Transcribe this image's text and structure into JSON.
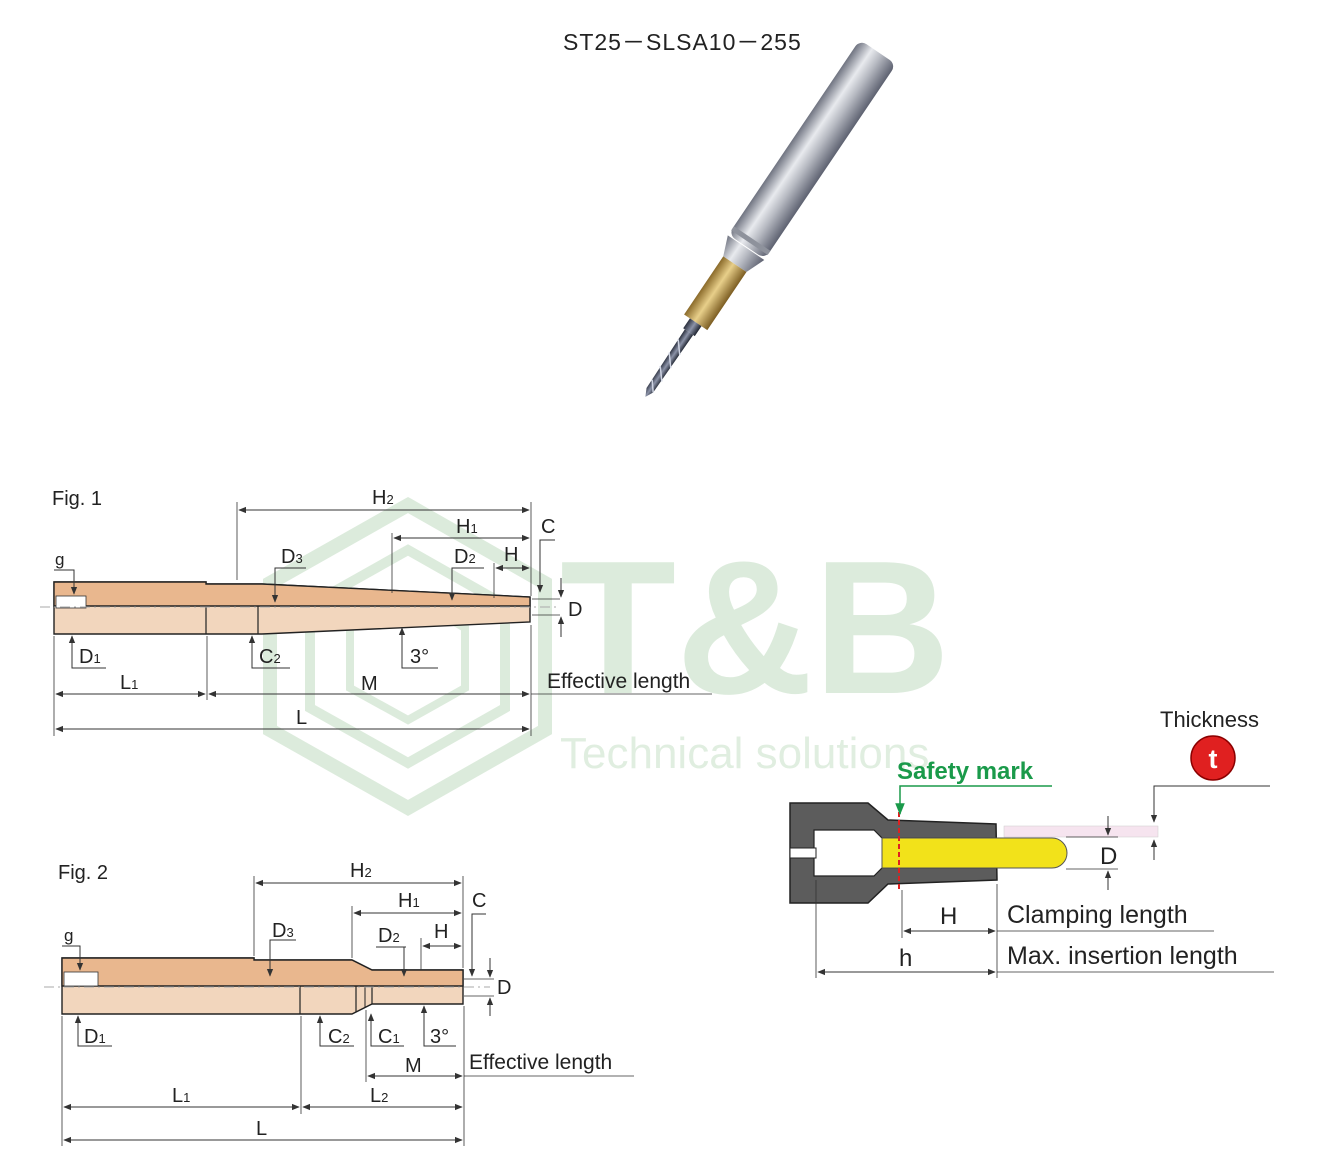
{
  "product": {
    "model": "ST25－SLSA10－255"
  },
  "watermark": {
    "brand": "T&B",
    "tagline": "Technical solutions"
  },
  "fig1": {
    "caption": "Fig. 1",
    "labels": {
      "g": "g",
      "D1": "D",
      "D1_sub": "1",
      "C2": "C",
      "C2_sub": "2",
      "D3": "D",
      "D3_sub": "3",
      "D2": "D",
      "D2_sub": "2",
      "H": "H",
      "H1": "H",
      "H1_sub": "1",
      "H2": "H",
      "H2_sub": "2",
      "C": "C",
      "D": "D",
      "angle": "3°",
      "L1": "L",
      "L1_sub": "1",
      "M": "M",
      "L": "L",
      "effective": "Effective length"
    }
  },
  "fig2": {
    "caption": "Fig. 2",
    "labels": {
      "g": "g",
      "D1": "D",
      "D1_sub": "1",
      "C2": "C",
      "C2_sub": "2",
      "C1": "C",
      "C1_sub": "1",
      "D3": "D",
      "D3_sub": "3",
      "D2": "D",
      "D2_sub": "2",
      "H": "H",
      "H1": "H",
      "H1_sub": "1",
      "H2": "H",
      "H2_sub": "2",
      "C": "C",
      "D": "D",
      "angle": "3°",
      "M": "M",
      "L1": "L",
      "L1_sub": "1",
      "L2": "L",
      "L2_sub": "2",
      "L": "L",
      "effective": "Effective length"
    }
  },
  "clamp": {
    "thickness": "Thickness",
    "thickness_symbol": "t",
    "safety": "Safety mark",
    "D": "D",
    "H": "H",
    "h": "h",
    "clamping": "Clamping length",
    "max_insertion": "Max. insertion length",
    "colors": {
      "safety": "#1a9a4a",
      "badge": "#e02020",
      "tool": "#f2e21a"
    }
  }
}
